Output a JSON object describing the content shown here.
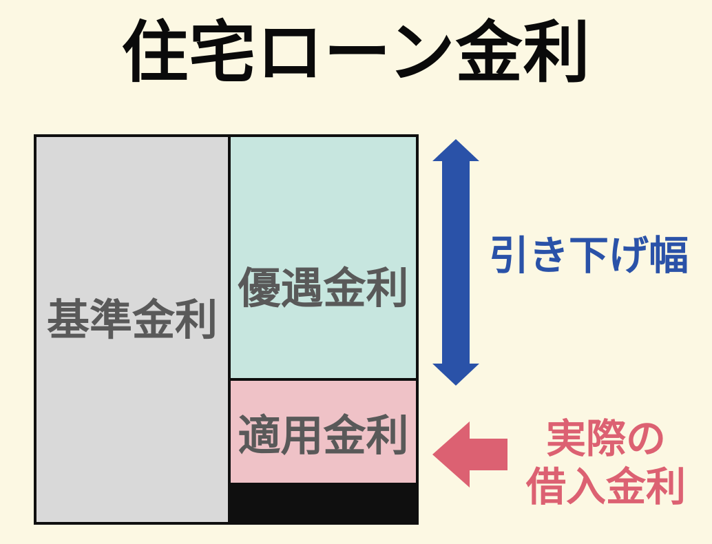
{
  "title": "住宅ローン金利",
  "colors": {
    "background": "#FCF8E3",
    "border": "#0F0F0F",
    "title_text": "#0A0A0A",
    "base_cell_fill": "#D9D9D9",
    "preferential_cell_fill": "#C7E6DF",
    "applied_cell_fill": "#EFC2C7",
    "cell_label_text": "#595959",
    "blue_accent": "#2A52A8",
    "pink_accent": "#DC6172"
  },
  "diagram": {
    "base_rate_label": "基準金利",
    "preferential_rate_label": "優遇金利",
    "applied_rate_label": "適用金利"
  },
  "annotations": {
    "reduction_width_label": "引き下げ幅",
    "actual_rate_line1": "実際の",
    "actual_rate_line2": "借入金利"
  }
}
